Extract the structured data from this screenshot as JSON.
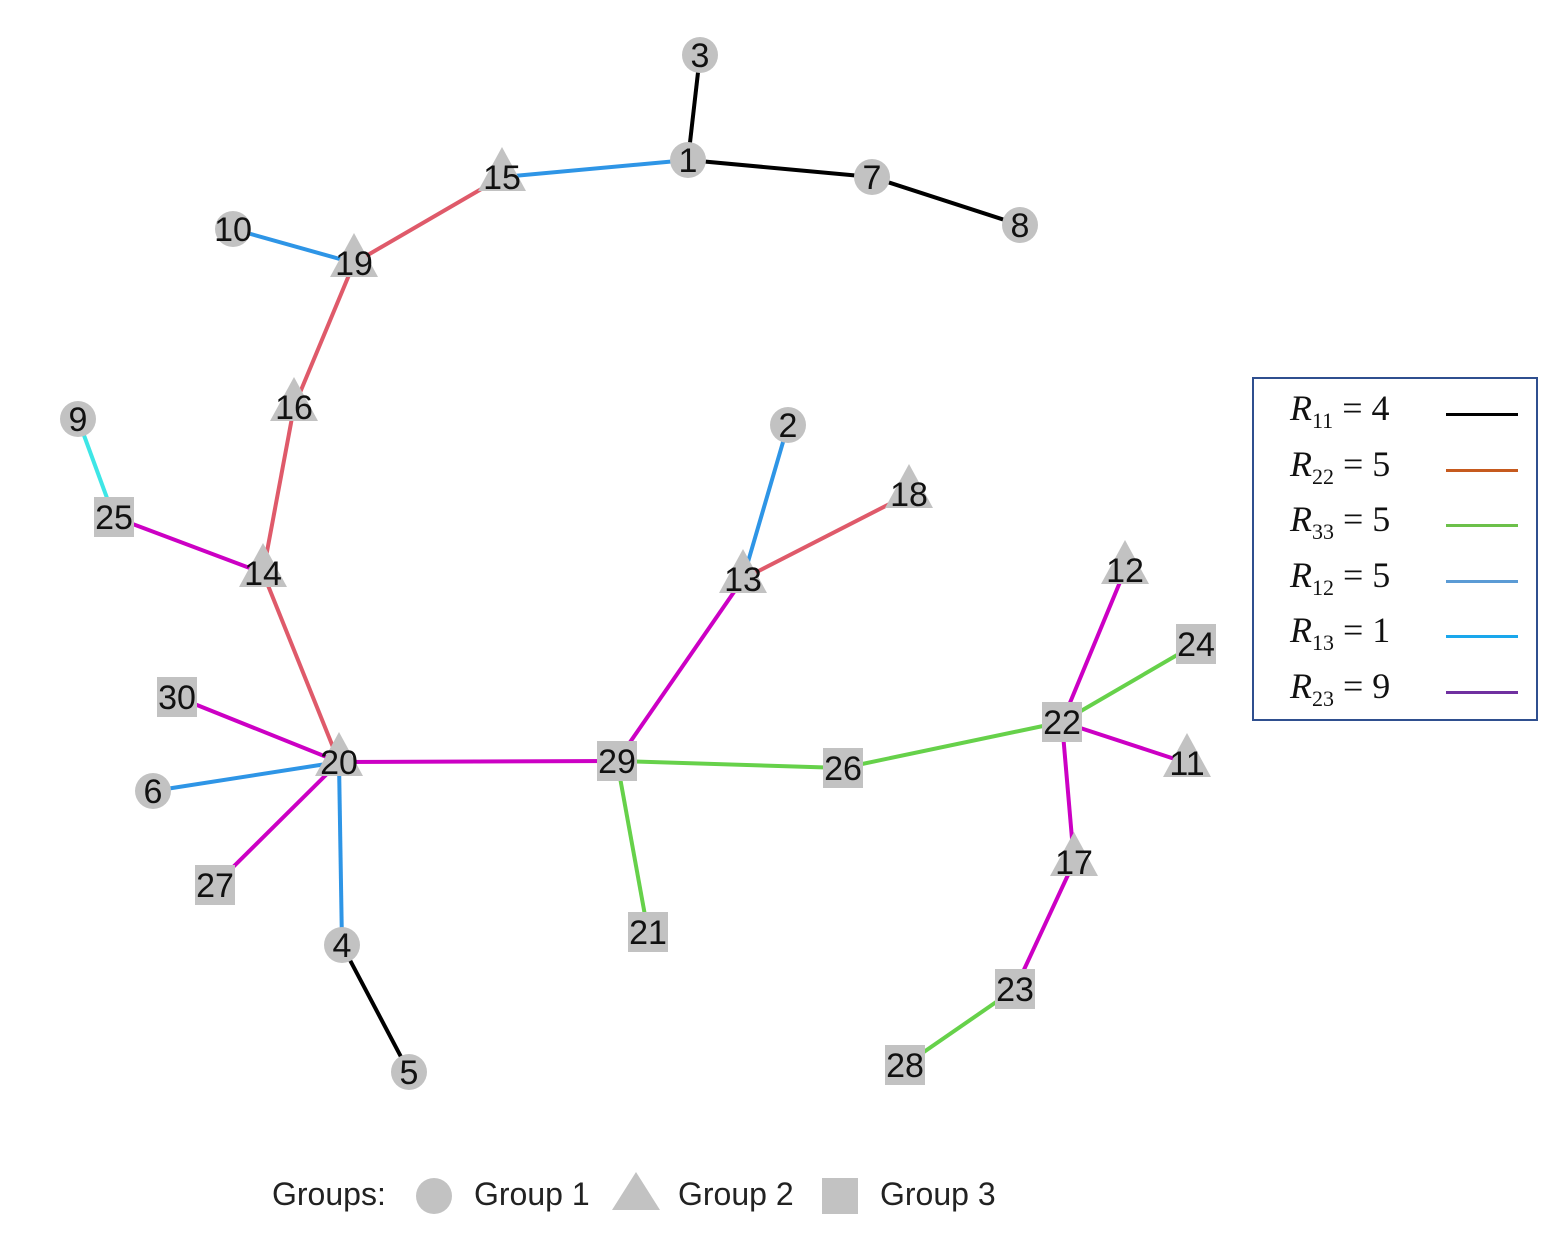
{
  "nodes": [
    {
      "id": "1",
      "group": 1
    },
    {
      "id": "2",
      "group": 1
    },
    {
      "id": "3",
      "group": 1
    },
    {
      "id": "4",
      "group": 1
    },
    {
      "id": "5",
      "group": 1
    },
    {
      "id": "6",
      "group": 1
    },
    {
      "id": "7",
      "group": 1
    },
    {
      "id": "8",
      "group": 1
    },
    {
      "id": "9",
      "group": 1
    },
    {
      "id": "10",
      "group": 1
    },
    {
      "id": "11",
      "group": 2
    },
    {
      "id": "12",
      "group": 2
    },
    {
      "id": "13",
      "group": 2
    },
    {
      "id": "14",
      "group": 2
    },
    {
      "id": "15",
      "group": 2
    },
    {
      "id": "16",
      "group": 2
    },
    {
      "id": "17",
      "group": 2
    },
    {
      "id": "18",
      "group": 2
    },
    {
      "id": "19",
      "group": 2
    },
    {
      "id": "20",
      "group": 2
    },
    {
      "id": "21",
      "group": 3
    },
    {
      "id": "22",
      "group": 3
    },
    {
      "id": "23",
      "group": 3
    },
    {
      "id": "24",
      "group": 3
    },
    {
      "id": "25",
      "group": 3
    },
    {
      "id": "26",
      "group": 3
    },
    {
      "id": "27",
      "group": 3
    },
    {
      "id": "28",
      "group": 3
    },
    {
      "id": "29",
      "group": 3
    },
    {
      "id": "30",
      "group": 3
    }
  ],
  "edges": [
    {
      "source": "1",
      "target": "3",
      "type": "R11"
    },
    {
      "source": "1",
      "target": "7",
      "type": "R11"
    },
    {
      "source": "7",
      "target": "8",
      "type": "R11"
    },
    {
      "source": "1",
      "target": "15",
      "type": "R12"
    },
    {
      "source": "15",
      "target": "19",
      "type": "R22"
    },
    {
      "source": "10",
      "target": "19",
      "type": "R12"
    },
    {
      "source": "19",
      "target": "16",
      "type": "R22"
    },
    {
      "source": "16",
      "target": "14",
      "type": "R22"
    },
    {
      "source": "9",
      "target": "25",
      "type": "R13"
    },
    {
      "source": "25",
      "target": "14",
      "type": "R23"
    },
    {
      "source": "14",
      "target": "20",
      "type": "R22"
    },
    {
      "source": "30",
      "target": "20",
      "type": "R23"
    },
    {
      "source": "6",
      "target": "20",
      "type": "R12"
    },
    {
      "source": "27",
      "target": "20",
      "type": "R23"
    },
    {
      "source": "20",
      "target": "4",
      "type": "R12"
    },
    {
      "source": "4",
      "target": "5",
      "type": "R11"
    },
    {
      "source": "20",
      "target": "29",
      "type": "R23"
    },
    {
      "source": "29",
      "target": "13",
      "type": "R23"
    },
    {
      "source": "13",
      "target": "2",
      "type": "R12"
    },
    {
      "source": "13",
      "target": "18",
      "type": "R22"
    },
    {
      "source": "29",
      "target": "21",
      "type": "R33"
    },
    {
      "source": "29",
      "target": "26",
      "type": "R33"
    },
    {
      "source": "26",
      "target": "22",
      "type": "R33"
    },
    {
      "source": "22",
      "target": "12",
      "type": "R23"
    },
    {
      "source": "22",
      "target": "24",
      "type": "R33"
    },
    {
      "source": "22",
      "target": "11",
      "type": "R23"
    },
    {
      "source": "22",
      "target": "17",
      "type": "R23"
    },
    {
      "source": "17",
      "target": "23",
      "type": "R23"
    },
    {
      "source": "23",
      "target": "28",
      "type": "R33"
    }
  ],
  "edge_colors": {
    "R11": "#000000",
    "R22": "#df5a6a",
    "R33": "#66d14a",
    "R12": "#2e95e6",
    "R13": "#3ee6e6",
    "R23": "#cc00c4"
  },
  "node_color": "#c2c2c2",
  "legend": [
    {
      "key": "R11",
      "symbol": "R",
      "sub": "11",
      "value": "= 4",
      "color": "#000000"
    },
    {
      "key": "R22",
      "symbol": "R",
      "sub": "22",
      "value": "= 5",
      "color": "#c65a1e"
    },
    {
      "key": "R33",
      "symbol": "R",
      "sub": "33",
      "value": "= 5",
      "color": "#6cc04a"
    },
    {
      "key": "R12",
      "symbol": "R",
      "sub": "12",
      "value": "= 5",
      "color": "#5b9bd5"
    },
    {
      "key": "R13",
      "symbol": "R",
      "sub": "13",
      "value": "= 1",
      "color": "#1aa7ec"
    },
    {
      "key": "R23",
      "symbol": "R",
      "sub": "23",
      "value": "= 9",
      "color": "#7030a0"
    }
  ],
  "groups_legend": {
    "title": "Groups:",
    "items": [
      {
        "label": "Group 1",
        "shape": "circle"
      },
      {
        "label": "Group 2",
        "shape": "triangle"
      },
      {
        "label": "Group 3",
        "shape": "square"
      }
    ]
  }
}
